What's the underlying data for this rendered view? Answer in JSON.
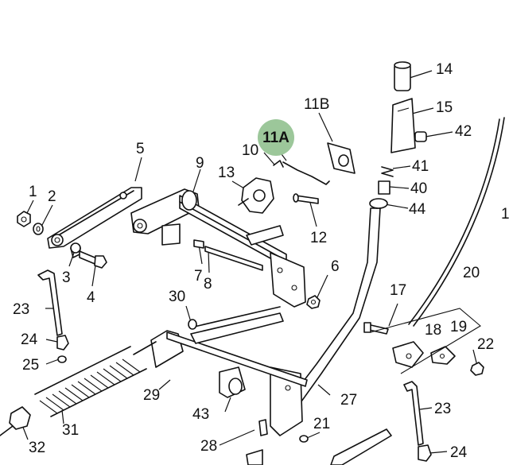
{
  "highlight_color": "#9cc79a",
  "callouts": {
    "c1": "1",
    "c2": "2",
    "c3": "3",
    "c4": "4",
    "c5": "5",
    "c6": "6",
    "c7": "7",
    "c8": "8",
    "c9": "9",
    "c10": "10",
    "c11a": "11A",
    "c11b": "11B",
    "c12": "12",
    "c13": "13",
    "c14": "14",
    "c15": "15",
    "c17": "17",
    "c18": "18",
    "c19": "19",
    "c20": "20",
    "c21": "21",
    "c22": "22",
    "c23a": "23",
    "c23b": "23",
    "c24a": "24",
    "c24b": "24",
    "c25": "25",
    "c27": "27",
    "c28": "28",
    "c29": "29",
    "c30": "30",
    "c31": "31",
    "c32": "32",
    "c40": "40",
    "c41": "41",
    "c42": "42",
    "c43": "43",
    "c44": "44",
    "c1_edge": "1"
  }
}
